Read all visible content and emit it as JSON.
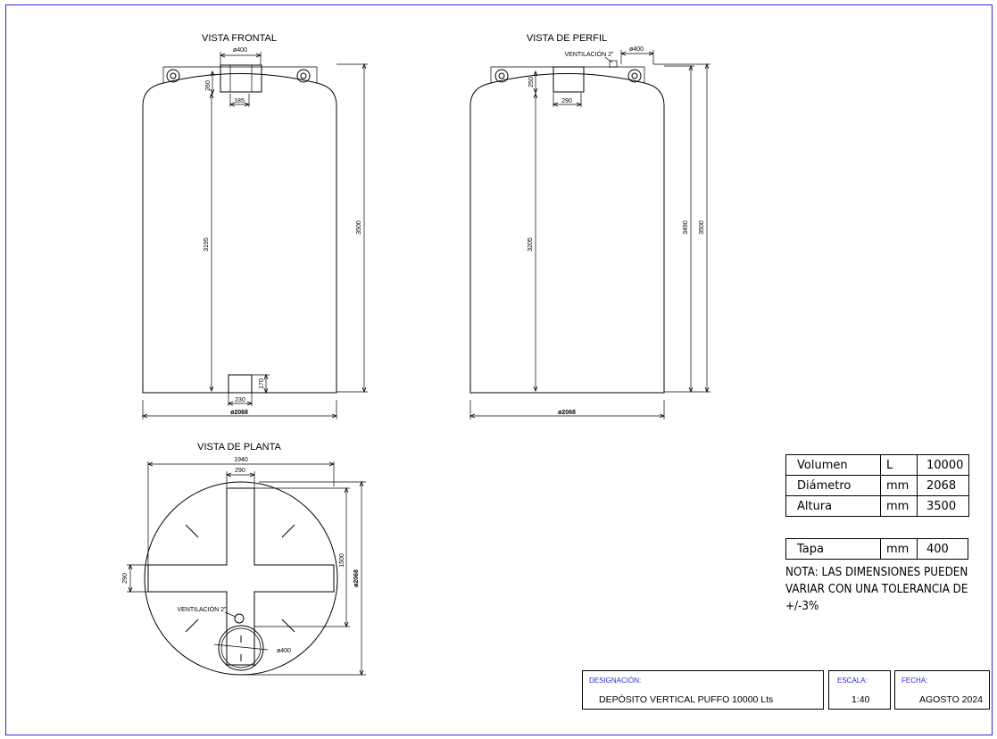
{
  "views": {
    "front": {
      "title": "VISTA FRONTAL"
    },
    "profile": {
      "title": "VISTA DE PERFIL"
    },
    "plan": {
      "title": "VISTA DE PLANTA"
    }
  },
  "dimensions": {
    "front": {
      "lid": "ø400",
      "top_offset": "260",
      "inner_width": "185",
      "height_inner": "3195",
      "height_total": "3500",
      "outlet_height": "170",
      "outlet_width": "230",
      "diameter": "ø2068"
    },
    "profile": {
      "vent": "VENTILACIÓN 2\"",
      "lid": "ø400",
      "top_offset": "250",
      "inner_width": "290",
      "height_inner": "3205",
      "height_body": "3490",
      "height_total": "3500",
      "diameter": "ø2068"
    },
    "plan": {
      "width_total": "1940",
      "width_inner": "290",
      "side_290": "290",
      "length": "1500",
      "diameter": "ø2068",
      "vent": "VENTILACIÓN 2\"",
      "lid": "ø400"
    }
  },
  "specs": [
    {
      "label": "Volumen",
      "unit": "L",
      "value": "10000"
    },
    {
      "label": "Diámetro",
      "unit": "mm",
      "value": "2068"
    },
    {
      "label": "Altura",
      "unit": "mm",
      "value": "3500"
    }
  ],
  "lid_spec": {
    "label": "Tapa",
    "unit": "mm",
    "value": "400"
  },
  "note": "NOTA:  LAS DIMENSIONES PUEDEN VARIAR CON UNA TOLERANCIA DE  +/-3%",
  "title_block": {
    "designation_label": "DESIGNACIÓN:",
    "designation_value": "DEPÓSITO VERTICAL PUFFO 10000 Lts",
    "scale_label": "ESCALA:",
    "scale_value": "1:40",
    "date_label": "FECHA:",
    "date_value": "AGOSTO 2024"
  },
  "colors": {
    "frame": "#2b2bd6",
    "line": "#000000",
    "label_blue": "#2b2bd6"
  }
}
